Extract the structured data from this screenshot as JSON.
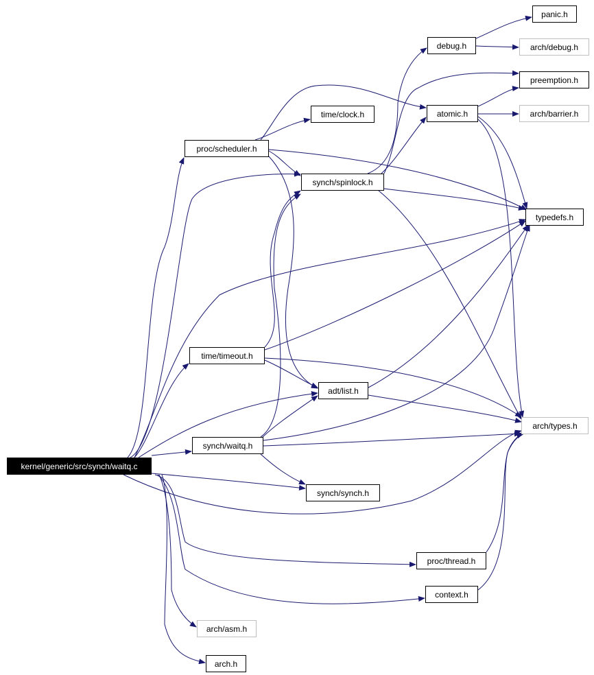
{
  "colors": {
    "edge": "#191970",
    "node_border": "#000000",
    "grey_border": "#bfbfbf",
    "root_fill": "#000000",
    "root_text": "#ffffff"
  },
  "nodes": {
    "root": "kernel/generic/src/synch/waitq.c",
    "scheduler": "proc/scheduler.h",
    "clock": "time/clock.h",
    "spinlock": "synch/spinlock.h",
    "debug": "debug.h",
    "panic": "panic.h",
    "archdebug": "arch/debug.h",
    "preemption": "preemption.h",
    "atomic": "atomic.h",
    "barrier": "arch/barrier.h",
    "typedefs": "typedefs.h",
    "timeout": "time/timeout.h",
    "list": "adt/list.h",
    "archtypes": "arch/types.h",
    "waitq": "synch/waitq.h",
    "synch": "synch/synch.h",
    "thread": "proc/thread.h",
    "context": "context.h",
    "archasm": "arch/asm.h",
    "arch": "arch.h"
  }
}
